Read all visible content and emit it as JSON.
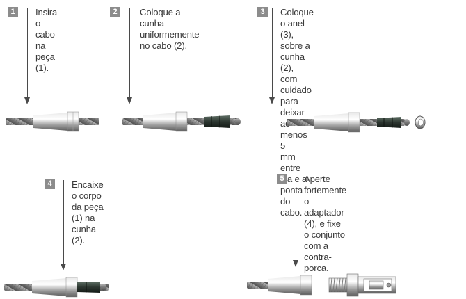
{
  "steps": [
    {
      "number": "1",
      "lines": [
        "Insira o",
        "cabo na",
        "peça (1)."
      ]
    },
    {
      "number": "2",
      "lines": [
        "Coloque a cunha",
        "uniformemente",
        "no cabo (2)."
      ]
    },
    {
      "number": "3",
      "lines": [
        "Coloque o anel (3), sobre a cunha (2),",
        "com cuidado para deixar ao menos 5",
        "mm entre ela e a ponta do cabo."
      ]
    },
    {
      "number": "4",
      "lines": [
        "Encaixe o corpo da peça",
        "(1) na cunha (2)."
      ]
    },
    {
      "number": "5",
      "lines": [
        "Aperte fortemente o",
        "adaptador (4), e fixe",
        "o conjunto com a",
        "contra-porca."
      ]
    }
  ],
  "colors": {
    "badge": "#8c8c8c",
    "cable": "#8a8a8a",
    "metal": "#c8c8c8",
    "wedge": "#2f3a34"
  }
}
